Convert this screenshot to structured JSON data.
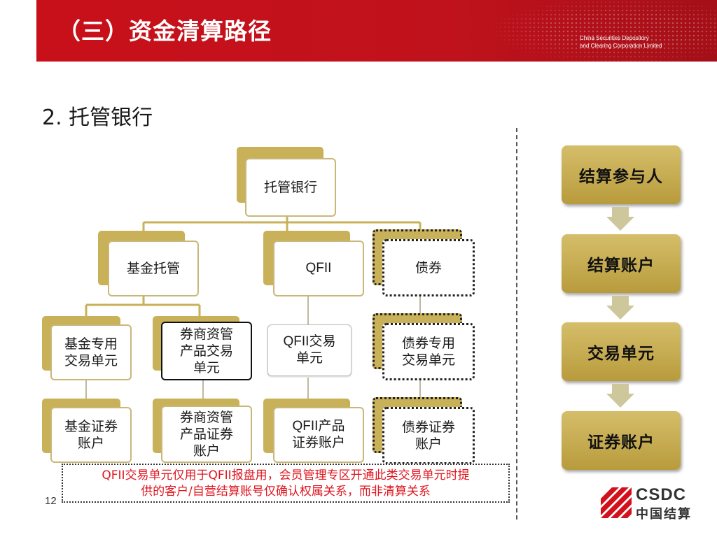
{
  "header": {
    "title": "（三）资金清算路径",
    "org_line1": "China Securities Depository",
    "org_line2": "and Clearing Corporation Limited"
  },
  "subtitle": "2. 托管银行",
  "diagram": {
    "root": "托管银行",
    "level2": [
      "基金托管",
      "QFII",
      "债券"
    ],
    "level3": [
      "基金专用交易单元",
      "券商资管产品交易单元",
      "QFII交易单元",
      "债券专用交易单元"
    ],
    "level4": [
      "基金证券账户",
      "券商资管产品证券账户",
      "QFII产品证券账户",
      "债券证券账户"
    ]
  },
  "flow": {
    "steps": [
      "结算参与人",
      "结算账户",
      "交易单元",
      "证券账户"
    ]
  },
  "note": {
    "line1": "QFII交易单元仅用于QFII报盘用，会员管理专区开通此类交易单元时提",
    "line2": "供的客户/自营结算账号仅确认权属关系，而非清算关系"
  },
  "page_number": "12",
  "logo": {
    "text": "CSDC",
    "cn": "中国结算"
  },
  "colors": {
    "header_red": "#c8101a",
    "gold": "#c9b159",
    "note_red": "#e0151f"
  }
}
